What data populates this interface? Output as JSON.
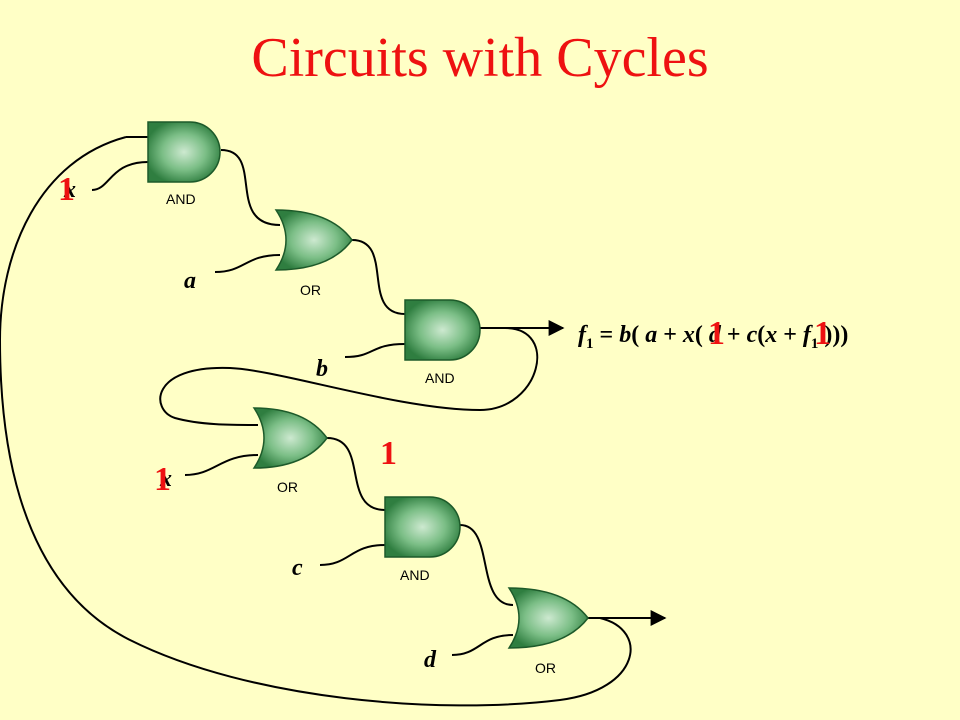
{
  "title": "Circuits with Cycles",
  "gates": {
    "g1": "AND",
    "g2": "OR",
    "g3": "AND",
    "g4": "OR",
    "g5": "AND",
    "g6": "OR"
  },
  "inputs": {
    "x_top": "x",
    "a": "a",
    "b": "b",
    "x_mid": "x",
    "c": "c",
    "d": "d"
  },
  "overlay_values": {
    "x_top": "1",
    "x_mid": "1",
    "or_output": "1",
    "eq_x1": "1",
    "eq_x2": "1"
  },
  "equation": {
    "f": "f",
    "sub": "1",
    "p1": " = ",
    "b": "b",
    "p2": "( ",
    "a": "a",
    "p3": " + ",
    "x1": "x",
    "p4": "( ",
    "d": "d",
    "p5": " + ",
    "c": "c",
    "p6": "(",
    "x2": "x",
    "p7": " + ",
    "f2": "f",
    "sub2": "1",
    "p8": " )))"
  },
  "colors": {
    "background": "#FFFFC6",
    "title": "#EE1111",
    "gate_fill": "#3E8F4E",
    "gate_light": "#BFE0C4",
    "overlay": "#EE1111"
  }
}
